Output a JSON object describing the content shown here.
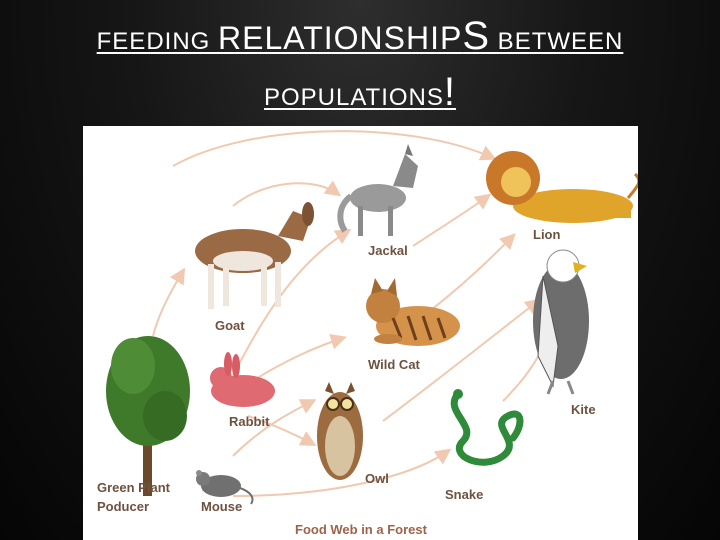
{
  "title": {
    "line1_a": "FEEDING ",
    "line1_b": "RELATIONSHIP",
    "line1_c": "S",
    "line1_d": " BETWEEN",
    "line2_a": "POPULATIONS",
    "line2_b": "!"
  },
  "figure": {
    "caption": "Food Web in a Forest",
    "labels": {
      "lion": "Lion",
      "jackal": "Jackal",
      "goat": "Goat",
      "wild_cat": "Wild Cat",
      "kite": "Kite",
      "rabbit": "Rabbit",
      "owl": "Owl",
      "snake": "Snake",
      "mouse": "Mouse",
      "plant_line1": "Green Plant",
      "plant_line2": "Poducer"
    },
    "arrow_color": "#f0c9b0"
  }
}
